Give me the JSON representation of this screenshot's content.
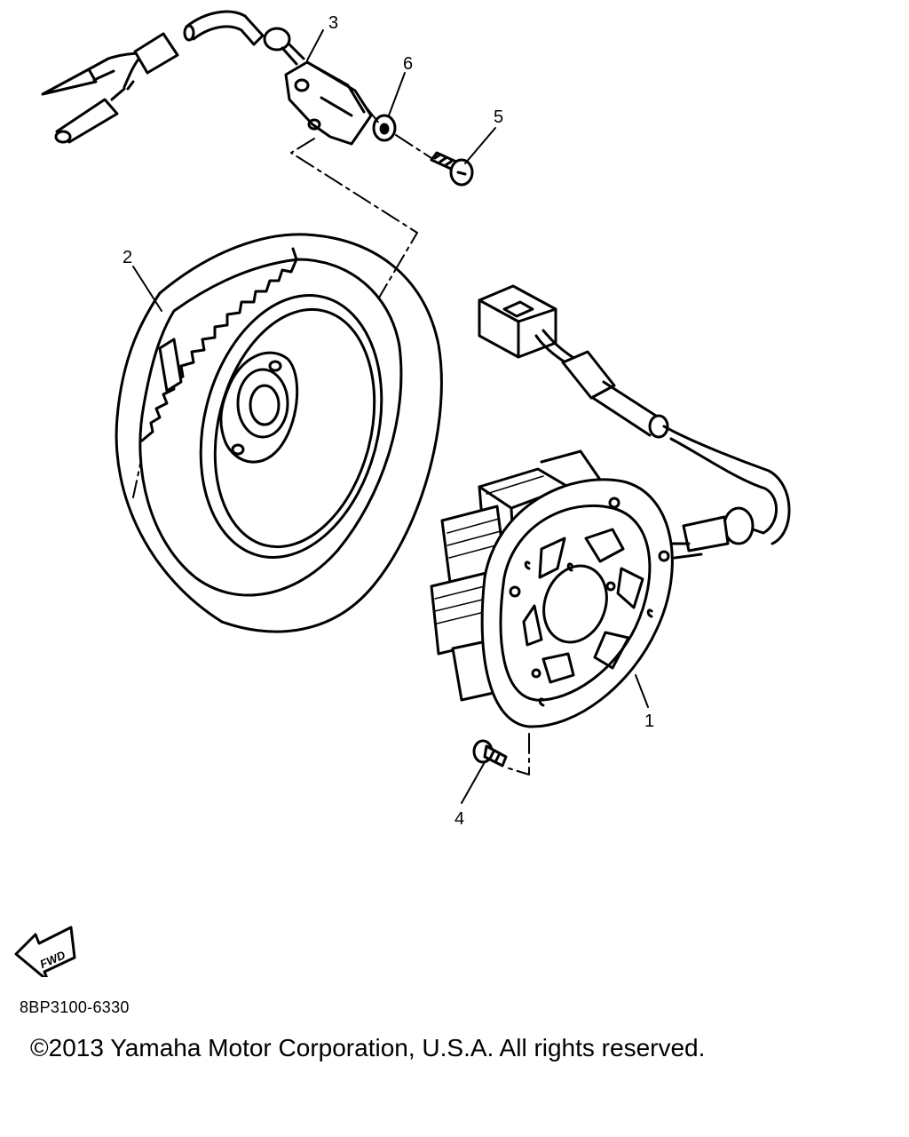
{
  "callouts": [
    {
      "id": "1",
      "label": "1"
    },
    {
      "id": "2",
      "label": "2"
    },
    {
      "id": "3",
      "label": "3"
    },
    {
      "id": "4",
      "label": "4"
    },
    {
      "id": "5",
      "label": "5"
    },
    {
      "id": "6",
      "label": "6"
    }
  ],
  "fwd_arrow": {
    "label": "FWD"
  },
  "diagram_code": "8BP3100-6330",
  "copyright": "©2013 Yamaha Motor Corporation, U.S.A. All rights reserved."
}
